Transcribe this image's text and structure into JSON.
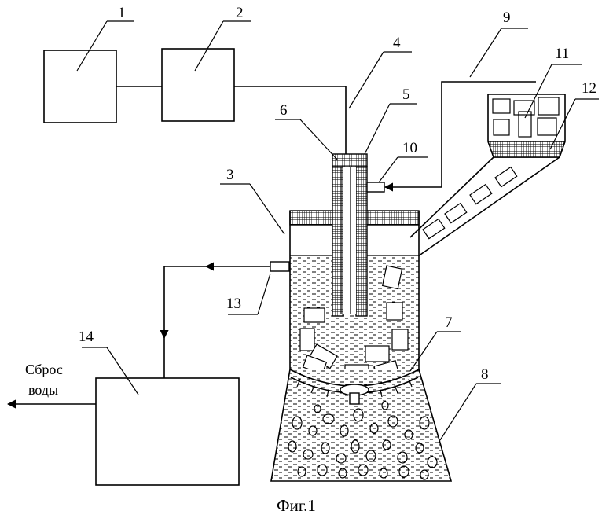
{
  "labels": {
    "n1": "1",
    "n2": "2",
    "n3": "3",
    "n4": "4",
    "n5": "5",
    "n6": "6",
    "n7": "7",
    "n8": "8",
    "n9": "9",
    "n10": "10",
    "n11": "11",
    "n12": "12",
    "n13": "13",
    "n14": "14"
  },
  "outlet_note": {
    "line1": "Сброс",
    "line2": "воды"
  },
  "caption": "Фиг.1"
}
